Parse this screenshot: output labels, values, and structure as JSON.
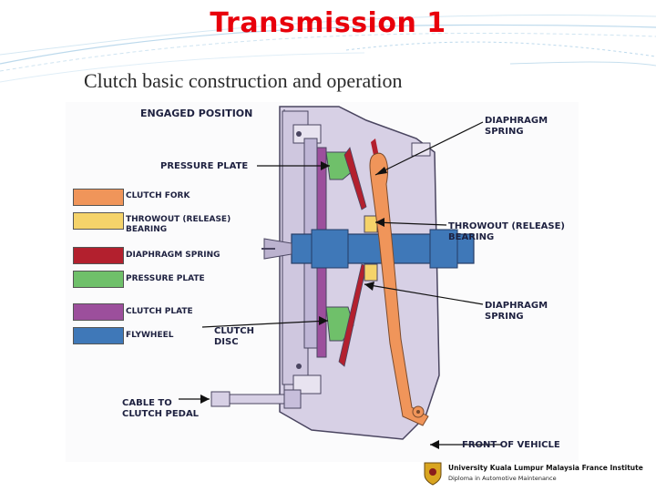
{
  "title": "Transmission 1",
  "subtitle": "Clutch basic construction and operation",
  "diagram": {
    "heading": "ENGAGED POSITION",
    "labels": {
      "diaphragm_spring_top": "DIAPHRAGM\nSPRING",
      "pressure_plate": "PRESSURE PLATE",
      "throwout_bearing": "THROWOUT (RELEASE)\nBEARING",
      "diaphragm_spring_bottom": "DIAPHRAGM\nSPRING",
      "clutch_disc": "CLUTCH\nDISC",
      "cable": "CABLE TO\nCLUTCH PEDAL",
      "front_of_vehicle": "FRONT OF VEHICLE"
    },
    "legend": [
      {
        "label": "CLUTCH FORK",
        "color": "#f0955a"
      },
      {
        "label": "THROWOUT (RELEASE)\nBEARING",
        "color": "#f5d36a"
      },
      {
        "label": "DIAPHRAGM SPRING",
        "color": "#b3202e"
      },
      {
        "label": "PRESSURE PLATE",
        "color": "#6fc06a"
      },
      {
        "label": "CLUTCH PLATE",
        "color": "#9c4f9c"
      },
      {
        "label": "FLYWHEEL",
        "color": "#3f78b8"
      }
    ]
  },
  "footer": {
    "university": "University Kuala Lumpur Malaysia France Institute",
    "diploma": "Diploma in Automotive Maintenance"
  }
}
